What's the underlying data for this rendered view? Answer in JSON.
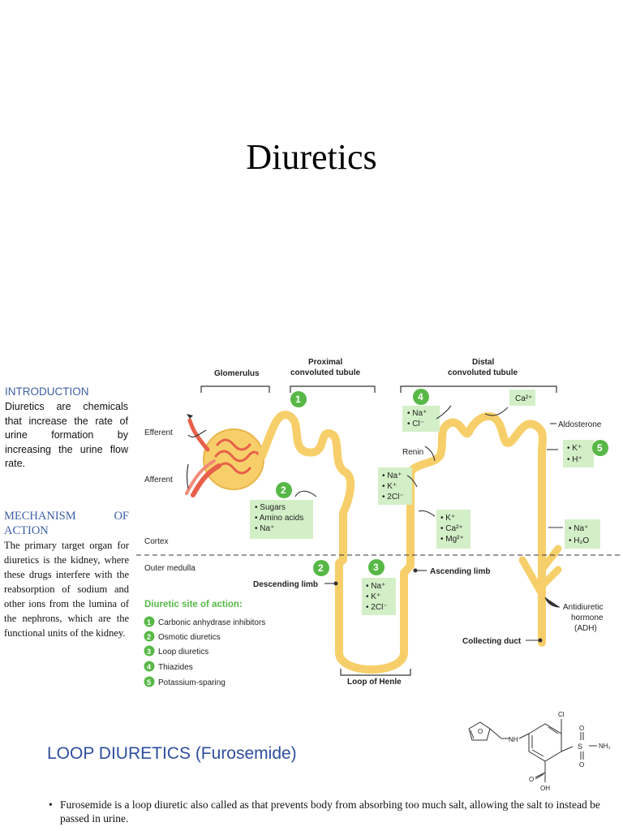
{
  "title": "Diuretics",
  "introduction": {
    "heading": "INTRODUCTION",
    "body": "Diuretics are chemicals that increase the rate of urine formation by increasing the urine flow rate."
  },
  "mechanism": {
    "heading": "MECHANISM OF ACTION",
    "body": "The primary target organ for diuretics is the kidney, where these drugs interfere with the reabsorption of sodium and other ions from the lumina of the nephrons, which are the functional units of the kidney."
  },
  "diagram": {
    "glomerulus": "Glomerulus",
    "proximal_1": "Proximal",
    "proximal_2": "convoluted tubule",
    "distal_1": "Distal",
    "distal_2": "convoluted tubule",
    "efferent": "Efferent",
    "afferent": "Afferent",
    "cortex": "Cortex",
    "outer_medulla": "Outer medulla",
    "renin": "Renin",
    "aldosterone": "Aldosterone",
    "descending_limb": "Descending limb",
    "ascending_limb": "Ascending limb",
    "loop_of_henle": "Loop of Henle",
    "collecting_duct": "Collecting duct",
    "adh_1": "Antidiuretic",
    "adh_2": "hormone",
    "adh_3": "(ADH)",
    "box_pct": [
      "Sugars",
      "Amino acids",
      "Na⁺"
    ],
    "box_dct_top": [
      "Na⁺",
      "Cl⁻"
    ],
    "box_ca": "Ca²⁺",
    "box_k_h": [
      "K⁺",
      "H⁺"
    ],
    "box_asc_upper": [
      "Na⁺",
      "K⁺",
      "2Cl⁻"
    ],
    "box_asc_lower": [
      "K⁺",
      "Ca²⁺",
      "Mg²⁺"
    ],
    "box_cd_lower": [
      "Na⁺",
      "H₂O"
    ],
    "box_loop": [
      "Na⁺",
      "K⁺",
      "2Cl⁻"
    ],
    "legend_title": "Diuretic site of action:",
    "legend": [
      {
        "num": "1",
        "label": "Carbonic anhydrase inhibitors"
      },
      {
        "num": "2",
        "label": "Osmotic diuretics"
      },
      {
        "num": "3",
        "label": "Loop diuretics"
      },
      {
        "num": "4",
        "label": "Thiazides"
      },
      {
        "num": "5",
        "label": "Potassium-sparing"
      }
    ],
    "site_numbers": [
      "1",
      "2",
      "2",
      "3",
      "4",
      "5"
    ]
  },
  "loop_diuretics": {
    "heading": "LOOP DIURETICS (Furosemide)",
    "bullet": "Furosemide is a loop diuretic also called as that prevents body from absorbing too much salt, allowing the salt to instead be passed in urine."
  },
  "structure": {
    "cl": "Cl",
    "nh": "NH",
    "nh2": "NH₂",
    "o1": "O",
    "o2": "O",
    "o3": "O",
    "oh": "OH",
    "s": "S",
    "o_ring": "O"
  },
  "colors": {
    "heading_blue": "#3d5fa6",
    "tubule": "#f7cf6a",
    "site_green": "#58b847",
    "box_green": "#d3efc7",
    "vessel_red": "#e8604a"
  }
}
